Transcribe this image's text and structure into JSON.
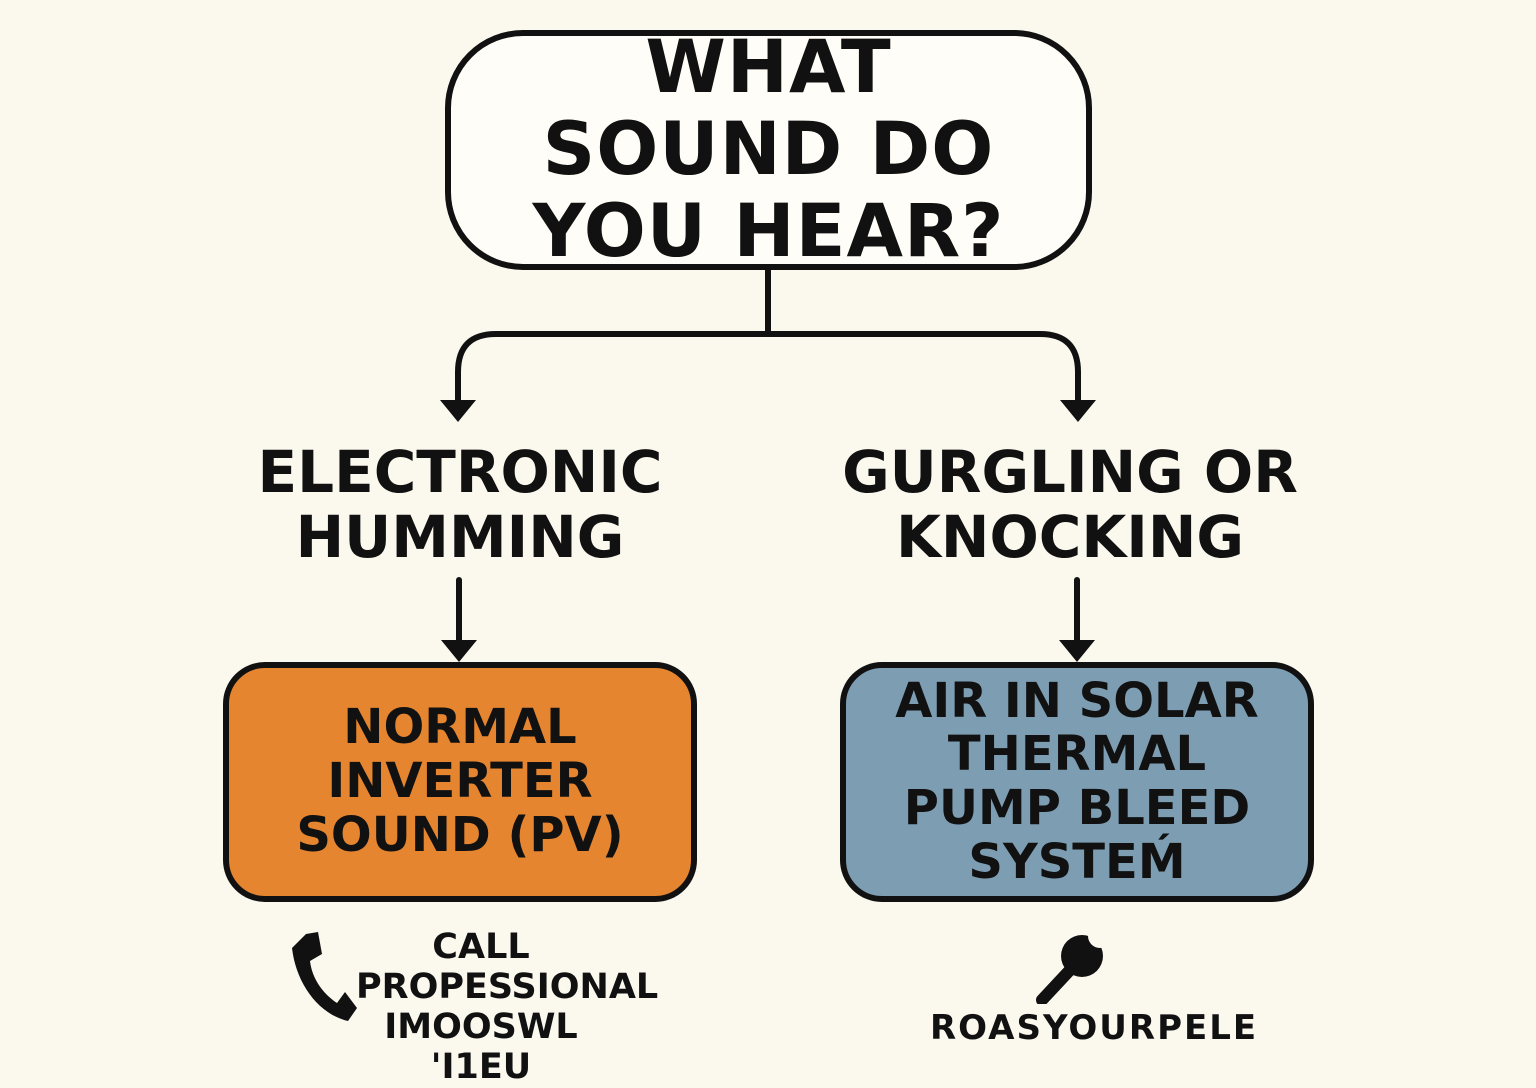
{
  "diagram": {
    "question": "WHAT SOUND DO YOU HEAR?",
    "branches": [
      {
        "label": "ELECTRONIC HUMMING",
        "result": "NORMAL INVERTER SOUND (PV)",
        "result_color": "#e5852f",
        "action_icon": "phone-icon",
        "action_text": [
          "CALL",
          "PROPESSIONAL",
          "IMOOSWL 'I1EU"
        ]
      },
      {
        "label": "GURGLING OR KNOCKING",
        "result": "AIR IN SOLAR THERMAL PUMP BLEED SYSTEḾ",
        "result_color": "#7d9db2",
        "action_icon": "wrench-icon",
        "action_text": "ROASYOURPELE"
      }
    ],
    "colors": {
      "background": "#fbf8ee",
      "line": "#111111"
    }
  }
}
